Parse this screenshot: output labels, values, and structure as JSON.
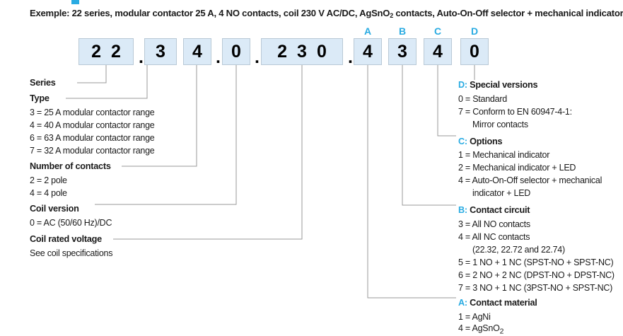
{
  "document": {
    "example_caption": "Exemple: 22 series, modular contactor 25 A, 4 NO contacts, coil 230 V AC/DC, AgSnO2 contacts, Auto-On-Off selector + mechanical indicator + LED.",
    "accent_color": "#29ABE2",
    "box_fill_color": "#dbeaf7",
    "box_border_color": "#b9c9d6",
    "text_color": "#1a1a1a"
  },
  "code": {
    "groups": [
      {
        "id": "series",
        "value": "22",
        "marker": ""
      },
      {
        "id": "type",
        "value": "3",
        "marker": ""
      },
      {
        "id": "contacts",
        "value": "4",
        "marker": ""
      },
      {
        "id": "coil-version",
        "value": "0",
        "marker": ""
      },
      {
        "id": "coil-voltage",
        "value": "230",
        "marker": ""
      },
      {
        "id": "contact-material",
        "value": "4",
        "marker": "A"
      },
      {
        "id": "contact-circuit",
        "value": "3",
        "marker": "B"
      },
      {
        "id": "options",
        "value": "4",
        "marker": "C"
      },
      {
        "id": "special-versions",
        "value": "0",
        "marker": "D"
      }
    ],
    "separator": "."
  },
  "left_sections": [
    {
      "id": "series",
      "heading": "Series",
      "items": []
    },
    {
      "id": "type",
      "heading": "Type",
      "items": [
        "3 = 25 A modular contactor range",
        "4 = 40 A modular contactor range",
        "6 = 63 A modular contactor range",
        "7 = 32 A modular contactor range"
      ]
    },
    {
      "id": "number-of-contacts",
      "heading": "Number of contacts",
      "items": [
        "2 = 2 pole",
        "4 = 4 pole"
      ]
    },
    {
      "id": "coil-version",
      "heading": "Coil version",
      "items": [
        "0 = AC (50/60 Hz)/DC"
      ]
    },
    {
      "id": "coil-rated-voltage",
      "heading": "Coil rated voltage",
      "items": [
        "See coil specifications"
      ]
    }
  ],
  "right_sections": [
    {
      "id": "special-versions",
      "key": "D:",
      "heading": "Special versions",
      "items": [
        {
          "text": "0 = Standard",
          "indent": false
        },
        {
          "text": "7 = Conform to EN 60947-4-1:",
          "indent": false
        },
        {
          "text": "Mirror contacts",
          "indent": true
        }
      ]
    },
    {
      "id": "options",
      "key": "C:",
      "heading": "Options",
      "items": [
        {
          "text": "1 = Mechanical indicator",
          "indent": false
        },
        {
          "text": "2 = Mechanical indicator + LED",
          "indent": false
        },
        {
          "text": "4 = Auto-On-Off selector + mechanical",
          "indent": false
        },
        {
          "text": "indicator + LED",
          "indent": true
        }
      ]
    },
    {
      "id": "contact-circuit",
      "key": "B:",
      "heading": "Contact circuit",
      "items": [
        {
          "text": "3 = All NO contacts",
          "indent": false
        },
        {
          "text": "4 = All NC contacts",
          "indent": false
        },
        {
          "text": "(22.32, 22.72 and 22.74)",
          "indent": true
        },
        {
          "text": "5 = 1 NO + 1 NC (SPST-NO + SPST-NC)",
          "indent": false
        },
        {
          "text": "6 = 2 NO + 2 NC (DPST-NO + DPST-NC)",
          "indent": false
        },
        {
          "text": "7 = 3 NO + 1 NC (3PST-NO + SPST-NC)",
          "indent": false
        }
      ]
    },
    {
      "id": "contact-material",
      "key": "A:",
      "heading": "Contact material",
      "items": [
        {
          "text": "1 = AgNi",
          "indent": false
        },
        {
          "text": "4 = AgSnO2",
          "indent": false
        }
      ]
    }
  ]
}
